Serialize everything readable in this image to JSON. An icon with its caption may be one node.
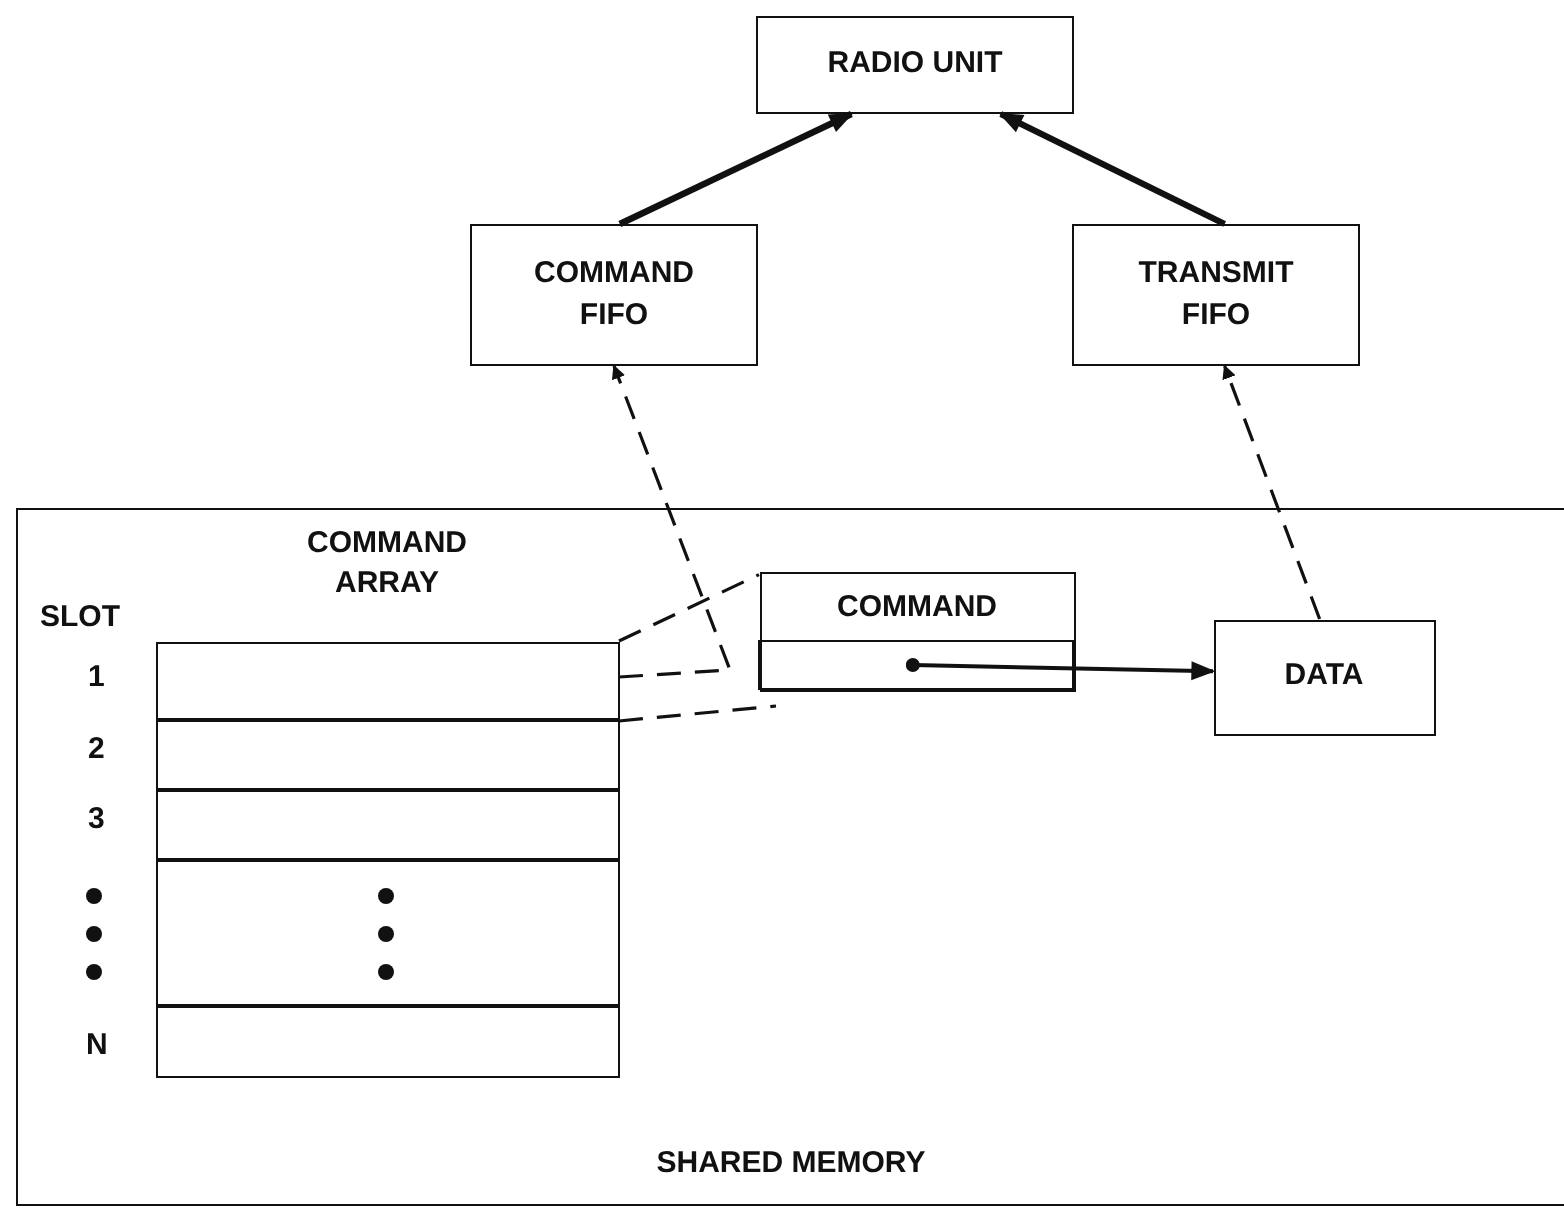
{
  "diagram": {
    "nodes": [
      {
        "text": [
          "RADIO UNIT"
        ]
      },
      {
        "text": [
          "COMMAND FIFO"
        ]
      },
      {
        "text": [
          "TRANSMIT FIFO"
        ]
      },
      {
        "text": [
          "SHARED MEMORY"
        ]
      },
      {
        "text": [
          "COMMAND ARRAY"
        ],
        "in": 3
      },
      {
        "text": [],
        "shape": "box",
        "in": 4
      },
      {
        "text": [],
        "shape": "box",
        "in": 4
      },
      {
        "text": [],
        "shape": "box",
        "in": 4
      },
      {
        "text": [],
        "shape": "box",
        "in": 4
      },
      {
        "text": [],
        "shape": "box",
        "in": 4
      },
      {
        "text": [
          "COMMAND"
        ],
        "in": 3
      },
      {
        "text": [],
        "shape": "box",
        "in": 10
      },
      {
        "text": [
          "DATA"
        ],
        "in": 3
      }
    ],
    "edges": [
      {
        "from": 1,
        "to": 0,
        "arrow": "to",
        "style": "thick"
      },
      {
        "from": 2,
        "to": 0,
        "arrow": "to",
        "style": "thick"
      },
      {
        "from": 5,
        "to": 1,
        "arrow": "to",
        "style": "dashed"
      },
      {
        "from": 12,
        "to": 2,
        "arrow": "to",
        "style": "dashed"
      },
      {
        "from": 5,
        "to": 10,
        "arrow": "none",
        "style": "dashed"
      },
      {
        "from": 11,
        "to": 12,
        "arrow": "to"
      }
    ],
    "labels": [
      "SLOT",
      "1",
      "2",
      "3",
      "N"
    ]
  }
}
